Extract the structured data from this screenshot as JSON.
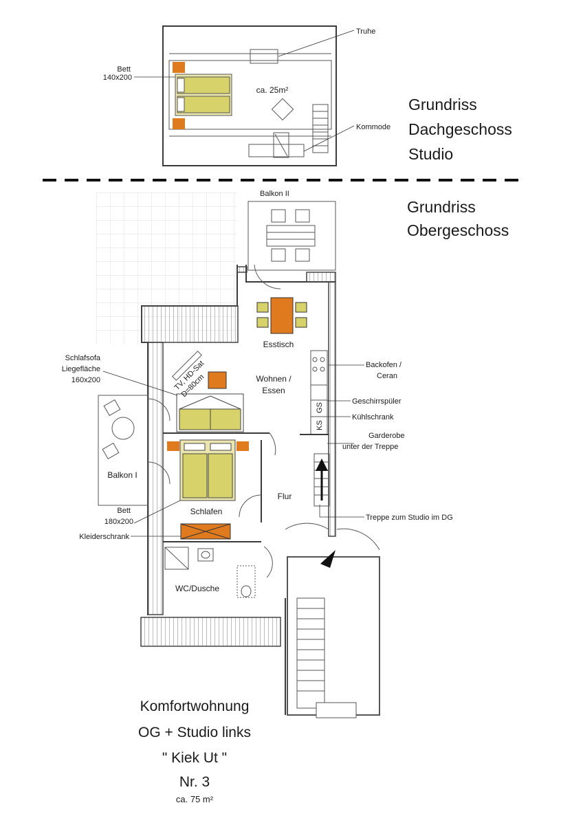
{
  "colors": {
    "accent_orange": "#e07a1f",
    "bed_yellow": "#d7d36a",
    "wall": "#3a3a3a",
    "grid": "#d8d8d8"
  },
  "headings": {
    "attic_title": [
      "Grundriss",
      "Dachgeschoss",
      "Studio"
    ],
    "upper_title": [
      "Grundriss",
      "Obergeschoss"
    ]
  },
  "attic": {
    "bed_label": "Bett",
    "bed_size": "140x200",
    "chest_label": "Truhe",
    "dresser_label": "Kommode",
    "area_label": "ca. 25m²"
  },
  "upper": {
    "balcony2": "Balkon II",
    "dining_table": "Esstisch",
    "living": [
      "Wohnen /",
      "Essen"
    ],
    "sofa_label": [
      "Schlafsofa",
      "Liegefläche",
      "160x200"
    ],
    "tv_label": [
      "TV, HD-Sat",
      "D=80cm"
    ],
    "oven_label": [
      "Backofen /",
      "Ceran"
    ],
    "dishwasher_label": "Geschirrspüler",
    "fridge_label": "Kühlschrank",
    "wardrobe_stairs_label": [
      "Garderobe",
      "unter der Treppe"
    ],
    "balcony1": "Balkon I",
    "bedroom": "Schlafen",
    "hall": "Flur",
    "bed_label": [
      "Bett",
      "180x200"
    ],
    "closet_label": "Kleiderschrank",
    "stairs_label": "Treppe zum Studio im DG",
    "bath": "WC/Dusche",
    "appliance_codes": [
      "GS",
      "KS"
    ]
  },
  "footer": {
    "line1": "Komfortwohnung",
    "line2": "OG + Studio links",
    "line3": "\" Kiek Ut \"",
    "line4": "Nr. 3",
    "line5": "ca. 75 m²"
  }
}
